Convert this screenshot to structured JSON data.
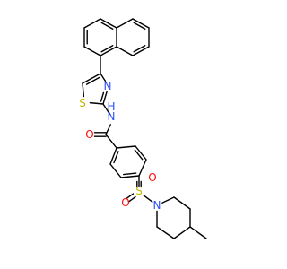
{
  "colors": {
    "bond": "#000000",
    "nitrogen": "#3050F8",
    "oxygen": "#FF0D0D",
    "sulfur": "#C8B400",
    "hydrogen": "#3050F8",
    "background": "#FFFFFF"
  },
  "molecule": {
    "atoms": [
      {
        "id": "c1",
        "element": "C"
      },
      {
        "id": "c2",
        "element": "C"
      },
      {
        "id": "c3",
        "element": "C"
      },
      {
        "id": "c4",
        "element": "C"
      },
      {
        "id": "c5",
        "element": "C"
      },
      {
        "id": "c6",
        "element": "C"
      },
      {
        "id": "c7",
        "element": "C"
      },
      {
        "id": "c8",
        "element": "C"
      },
      {
        "id": "c9",
        "element": "C"
      },
      {
        "id": "c10",
        "element": "C"
      },
      {
        "id": "t_c4",
        "element": "C"
      },
      {
        "id": "t_c5",
        "element": "C"
      },
      {
        "id": "t_s1",
        "element": "S",
        "label": "S"
      },
      {
        "id": "t_c2",
        "element": "C"
      },
      {
        "id": "t_n3",
        "element": "N",
        "label": "N"
      },
      {
        "id": "nh",
        "element": "N",
        "label": "N"
      },
      {
        "id": "h",
        "element": "H",
        "label": "H"
      },
      {
        "id": "co",
        "element": "C"
      },
      {
        "id": "o1",
        "element": "O",
        "label": "O"
      },
      {
        "id": "b1",
        "element": "C"
      },
      {
        "id": "b2",
        "element": "C"
      },
      {
        "id": "b3",
        "element": "C"
      },
      {
        "id": "b4",
        "element": "C"
      },
      {
        "id": "b5",
        "element": "C"
      },
      {
        "id": "b6",
        "element": "C"
      },
      {
        "id": "s2",
        "element": "S",
        "label": "S"
      },
      {
        "id": "o2",
        "element": "O",
        "label": "O"
      },
      {
        "id": "o3",
        "element": "O",
        "label": "O"
      },
      {
        "id": "pn",
        "element": "N",
        "label": "N"
      },
      {
        "id": "p2",
        "element": "C"
      },
      {
        "id": "p3",
        "element": "C"
      },
      {
        "id": "p4",
        "element": "C"
      },
      {
        "id": "p5",
        "element": "C"
      },
      {
        "id": "p6",
        "element": "C"
      },
      {
        "id": "me",
        "element": "C"
      }
    ],
    "bonds": [
      {
        "a": "c1",
        "b": "c2",
        "order": 2
      },
      {
        "a": "c2",
        "b": "c3",
        "order": 1
      },
      {
        "a": "c3",
        "b": "c4",
        "order": 2
      },
      {
        "a": "c4",
        "b": "c5",
        "order": 1
      },
      {
        "a": "c5",
        "b": "c6",
        "order": 2
      },
      {
        "a": "c6",
        "b": "c1",
        "order": 1
      },
      {
        "a": "c4",
        "b": "c7",
        "order": 1
      },
      {
        "a": "c7",
        "b": "c8",
        "order": 2
      },
      {
        "a": "c8",
        "b": "c9",
        "order": 1
      },
      {
        "a": "c9",
        "b": "c10",
        "order": 2
      },
      {
        "a": "c10",
        "b": "c5",
        "order": 1
      },
      {
        "a": "c3",
        "b": "t_c4",
        "order": 1
      },
      {
        "a": "t_c4",
        "b": "t_c5",
        "order": 2
      },
      {
        "a": "t_c5",
        "b": "t_s1",
        "order": 1
      },
      {
        "a": "t_s1",
        "b": "t_c2",
        "order": 1
      },
      {
        "a": "t_c2",
        "b": "t_n3",
        "order": 2
      },
      {
        "a": "t_n3",
        "b": "t_c4",
        "order": 1
      },
      {
        "a": "t_c2",
        "b": "nh",
        "order": 1
      },
      {
        "a": "nh",
        "b": "h",
        "order": 1,
        "hidden": true
      },
      {
        "a": "nh",
        "b": "co",
        "order": 1
      },
      {
        "a": "co",
        "b": "o1",
        "order": 2
      },
      {
        "a": "co",
        "b": "b1",
        "order": 1
      },
      {
        "a": "b1",
        "b": "b2",
        "order": 2
      },
      {
        "a": "b2",
        "b": "b3",
        "order": 1
      },
      {
        "a": "b3",
        "b": "b4",
        "order": 2
      },
      {
        "a": "b4",
        "b": "b5",
        "order": 1
      },
      {
        "a": "b5",
        "b": "b6",
        "order": 2
      },
      {
        "a": "b6",
        "b": "b1",
        "order": 1
      },
      {
        "a": "b4",
        "b": "s2",
        "order": 1
      },
      {
        "a": "s2",
        "b": "o2",
        "order": 2
      },
      {
        "a": "s2",
        "b": "o3",
        "order": 2
      },
      {
        "a": "s2",
        "b": "pn",
        "order": 1
      },
      {
        "a": "pn",
        "b": "p2",
        "order": 1
      },
      {
        "a": "p2",
        "b": "p3",
        "order": 1
      },
      {
        "a": "p3",
        "b": "p4",
        "order": 1
      },
      {
        "a": "p4",
        "b": "p5",
        "order": 1
      },
      {
        "a": "p5",
        "b": "p6",
        "order": 1
      },
      {
        "a": "p6",
        "b": "pn",
        "order": 1
      },
      {
        "a": "p4",
        "b": "me",
        "order": 1
      }
    ]
  }
}
